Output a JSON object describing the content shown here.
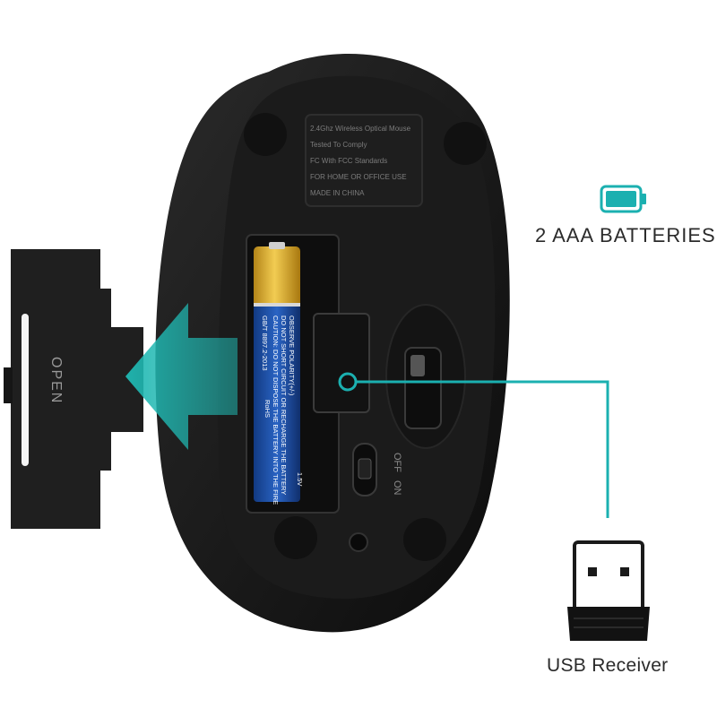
{
  "callouts": {
    "batteries": "2 AAA BATTERIES",
    "usb_receiver": "USB Receiver"
  },
  "mouse": {
    "sticker_lines": [
      "2.4Ghz Wireless Optical Mouse",
      "Tested To Comply",
      "FC With FCC Standards",
      "FOR HOME OR OFFICE USE",
      "MADE IN CHINA"
    ],
    "switch_labels": {
      "off": "OFF",
      "on": "ON"
    }
  },
  "battery": {
    "brand_code": "GB/T 8897.2-2013",
    "caution_lines": [
      "CAUTION: DO NOT DISPOSE THE BATTERY INTO THE FIRE",
      "DO NOT SHORT CIRCUIT OR RECHARGE THE BATTERY",
      "OBSERVE POLARITY(+/-)"
    ],
    "rohs": "RoHS",
    "size_mark": "1.5V"
  },
  "cover": {
    "label": "OPEN"
  },
  "colors": {
    "accent": "#1bb0b0",
    "mouse_body": "#161616",
    "battery_gold": "#e3b534",
    "battery_blue": "#1d4fa3"
  }
}
